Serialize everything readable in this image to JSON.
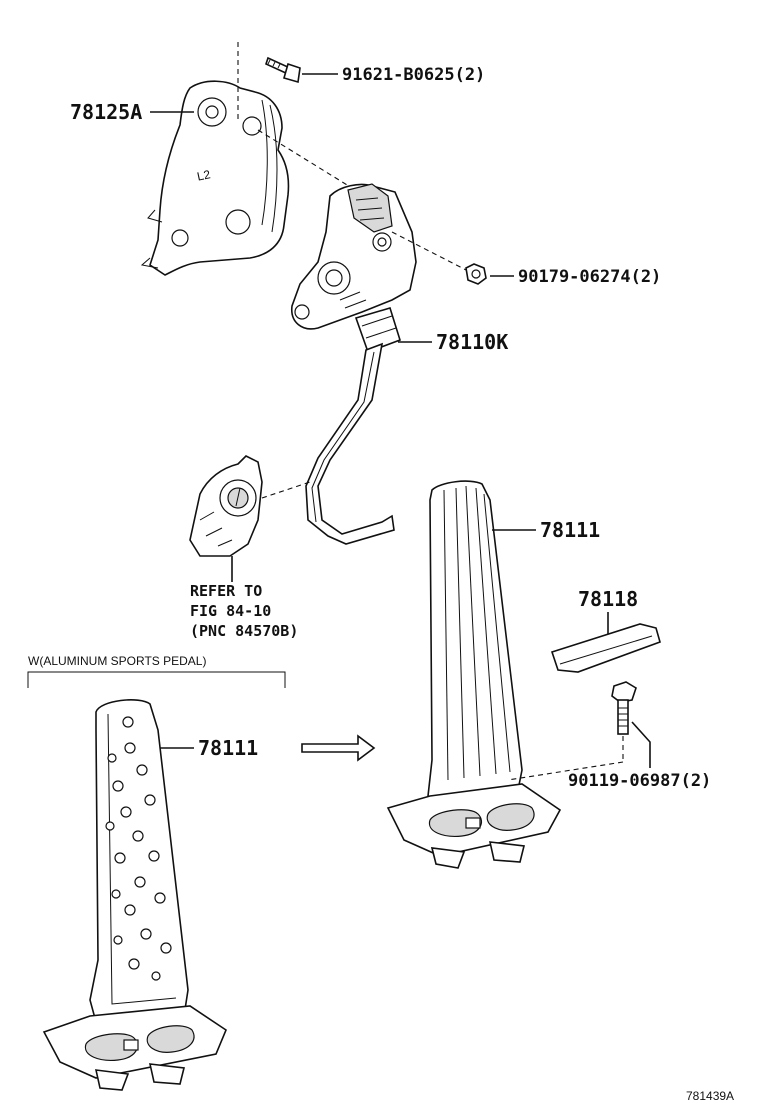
{
  "diagram": {
    "labels": {
      "bolt_top": "91621-B0625(2)",
      "bracket": "78125A",
      "nut": "90179-06274(2)",
      "pedal_assy": "78110K",
      "pedal_pad": "78111",
      "pad_alt": "78111",
      "cover": "78118",
      "bolt_bottom": "90119-06987(2)",
      "refer_line1": "REFER TO",
      "refer_line2": "FIG 84-10",
      "refer_line3": "(PNC 84570B)",
      "variant_note": "W(ALUMINUM SPORTS PEDAL)",
      "figure_id": "781439A"
    }
  }
}
